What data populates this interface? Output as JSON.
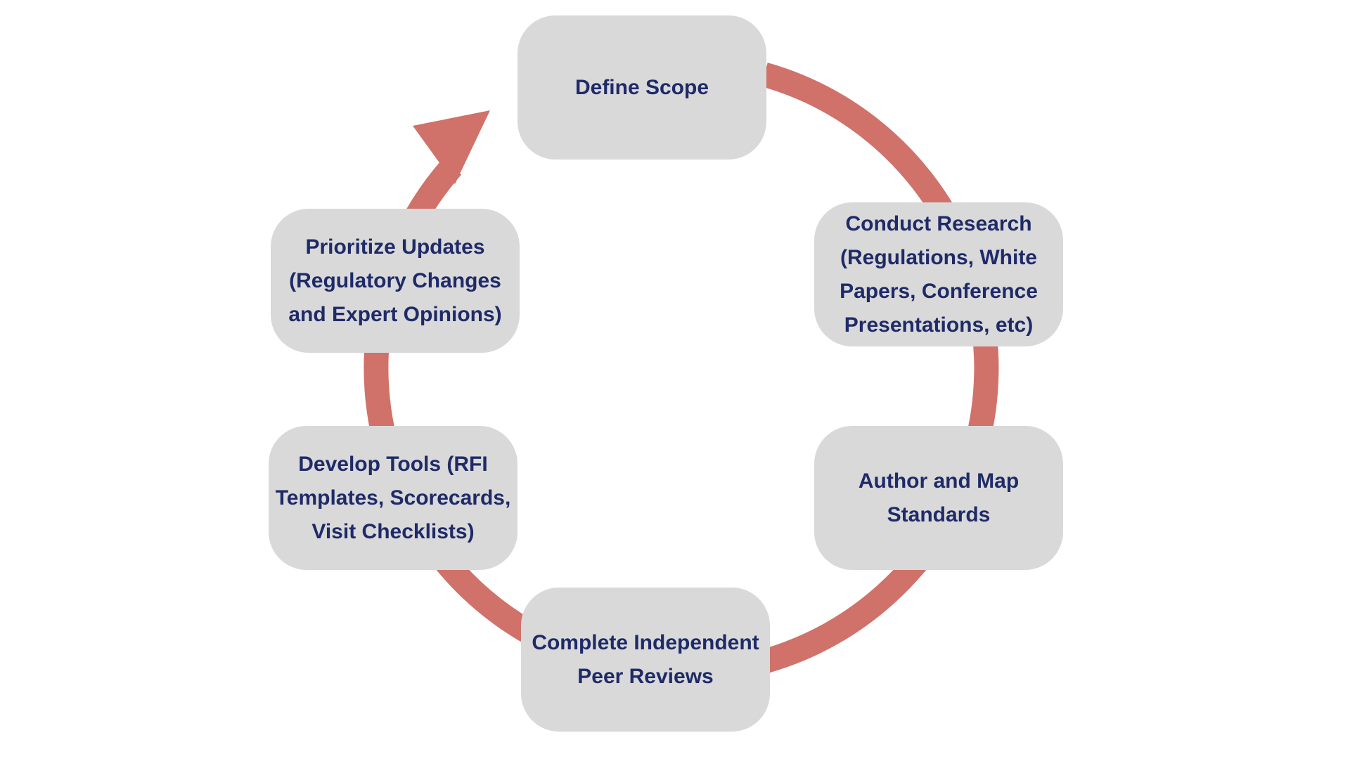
{
  "colors": {
    "background": "#ffffff",
    "node_fill": "#d9d9d9",
    "label_text": "#1f2a68",
    "cycle_arrow": "#d0716a"
  },
  "cycle": {
    "direction": "clockwise",
    "steps": [
      {
        "label": "Define Scope"
      },
      {
        "label": "Conduct Research\n(Regulations, White\nPapers, Conference\nPresentations, etc)"
      },
      {
        "label": "Author and Map\nStandards"
      },
      {
        "label": "Complete Independent\nPeer Reviews"
      },
      {
        "label": "Develop Tools (RFI\nTemplates, Scorecards,\nVisit Checklists)"
      },
      {
        "label": "Prioritize Updates\n(Regulatory Changes\nand Expert Opinions)"
      }
    ]
  }
}
